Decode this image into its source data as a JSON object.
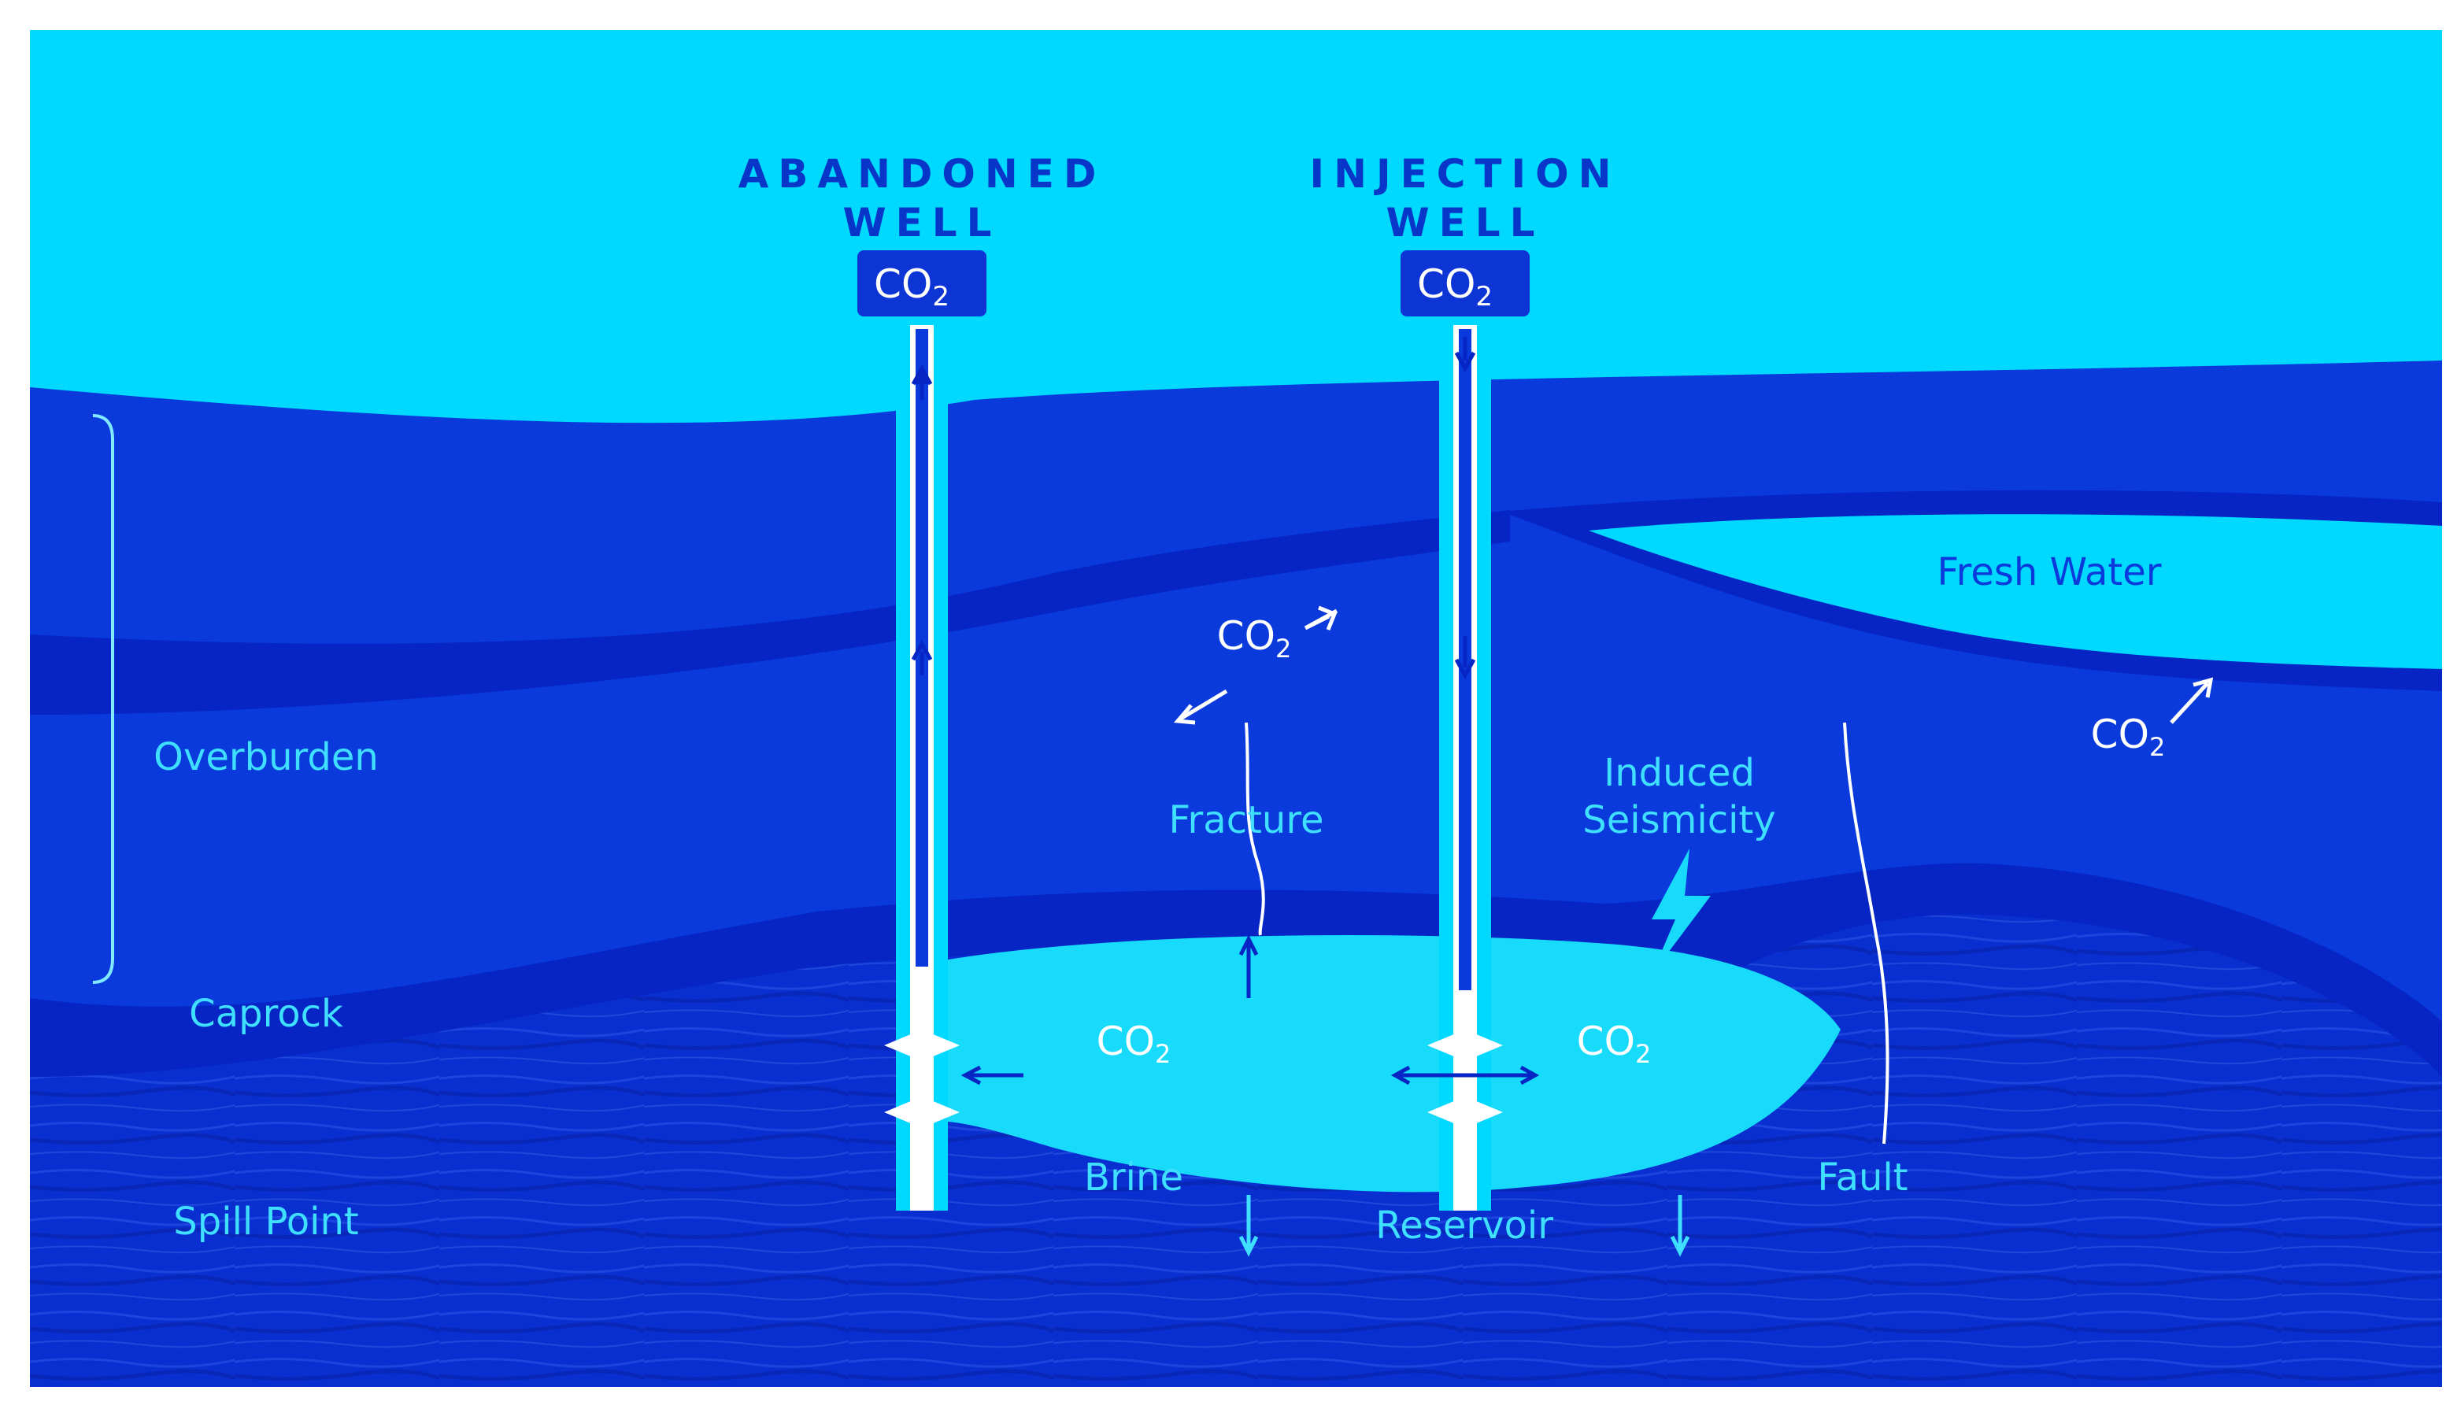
{
  "wells": {
    "abandoned": {
      "line1": "ABANDONED",
      "line2": "WELL",
      "cap_main": "CO",
      "cap_sub": "2"
    },
    "injection": {
      "line1": "INJECTION",
      "line2": "WELL",
      "cap_main": "CO",
      "cap_sub": "2"
    }
  },
  "labels": {
    "overburden": "Overburden",
    "caprock": "Caprock",
    "spill_point": "Spill Point",
    "fresh_water": "Fresh Water",
    "fracture": "Fracture",
    "induced_line1": "Induced",
    "induced_line2": "Seismicity",
    "brine": "Brine",
    "reservoir": "Reservoir",
    "fault": "Fault"
  },
  "co2": {
    "main": "CO",
    "sub": "2"
  },
  "colors": {
    "sky": "#00D9FF",
    "overburden": "#0A3ADB",
    "caprock": "#0625C4",
    "plume": "#18DAFB",
    "reservoir": "#0A2FD0",
    "label_light": "#3FE0FF",
    "well_title": "#0736C9",
    "cap_box": "#0D35D6"
  }
}
